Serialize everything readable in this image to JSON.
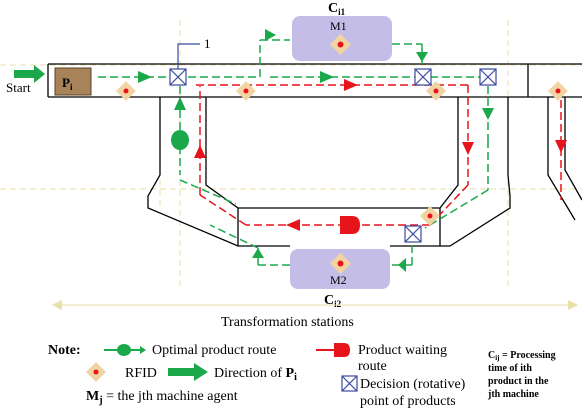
{
  "labels": {
    "start": "Start",
    "pi_box_main": "P",
    "pi_box_sub": "i",
    "callout_number": "1",
    "c_top_main": "C",
    "c_top_sub": "i1",
    "c_bottom_main": "C",
    "c_bottom_sub": "i2",
    "m1": "M1",
    "m2": "M2",
    "transformation": "Transformation stations"
  },
  "legend": {
    "note": "Note:",
    "optimal": "Optimal product route",
    "waiting_line1": "Product waiting",
    "waiting_line2": "route",
    "rfid": "RFID",
    "direction_main": "Direction of ",
    "direction_p": "P",
    "direction_sub": "i",
    "decision_line1": "Decision (rotative)",
    "decision_line2": "point of products",
    "mj_main": "M",
    "mj_sub": "j",
    "mj_rest": " = the jth machine agent",
    "cij_main": "C",
    "cij_sub": "ij",
    "cij_line1": " = Processing",
    "cij_line2": "time of ith",
    "cij_line3": "product in the",
    "cij_line4": "jth machine"
  },
  "colors": {
    "green": "#1aa84a",
    "red": "#e8141c",
    "machine": "#c3bde8",
    "rfid_fill": "#f2d3a2",
    "pi_box": "#a8835a",
    "decision": "#3a4aa0"
  }
}
